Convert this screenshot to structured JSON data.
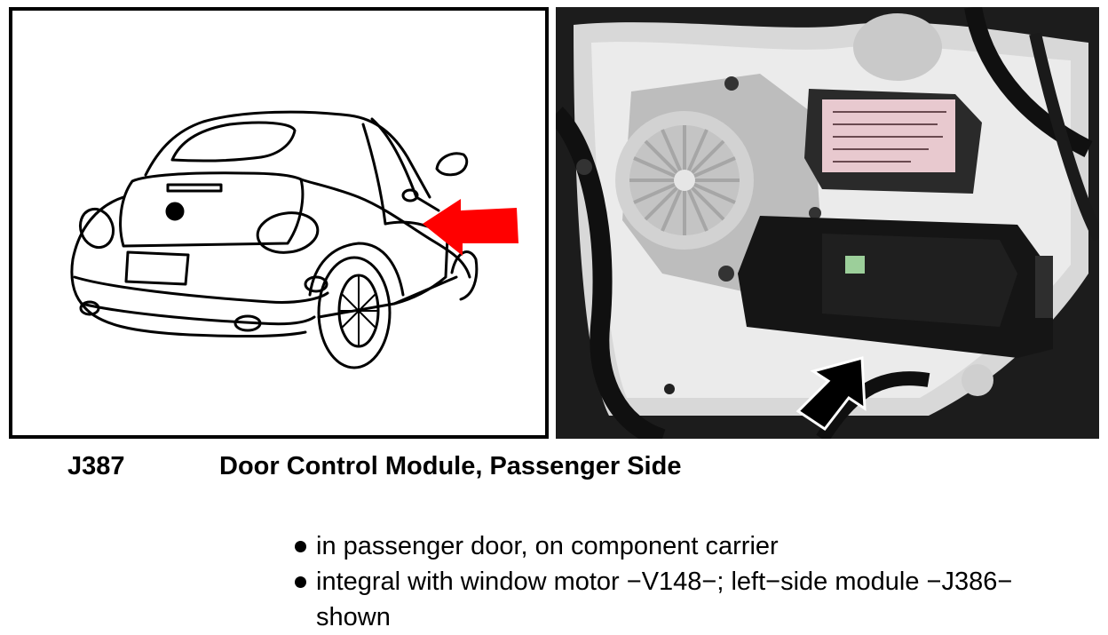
{
  "component": {
    "code": "J387",
    "title": "Door Control Module, Passenger Side"
  },
  "notes": [
    "in passenger door, on component carrier",
    "integral with window motor −V148−; left−side module −J386− shown"
  ],
  "colors": {
    "drawing_arrow": "#ff0000",
    "photo_arrow": "#000000",
    "photo_background": "#141414"
  }
}
